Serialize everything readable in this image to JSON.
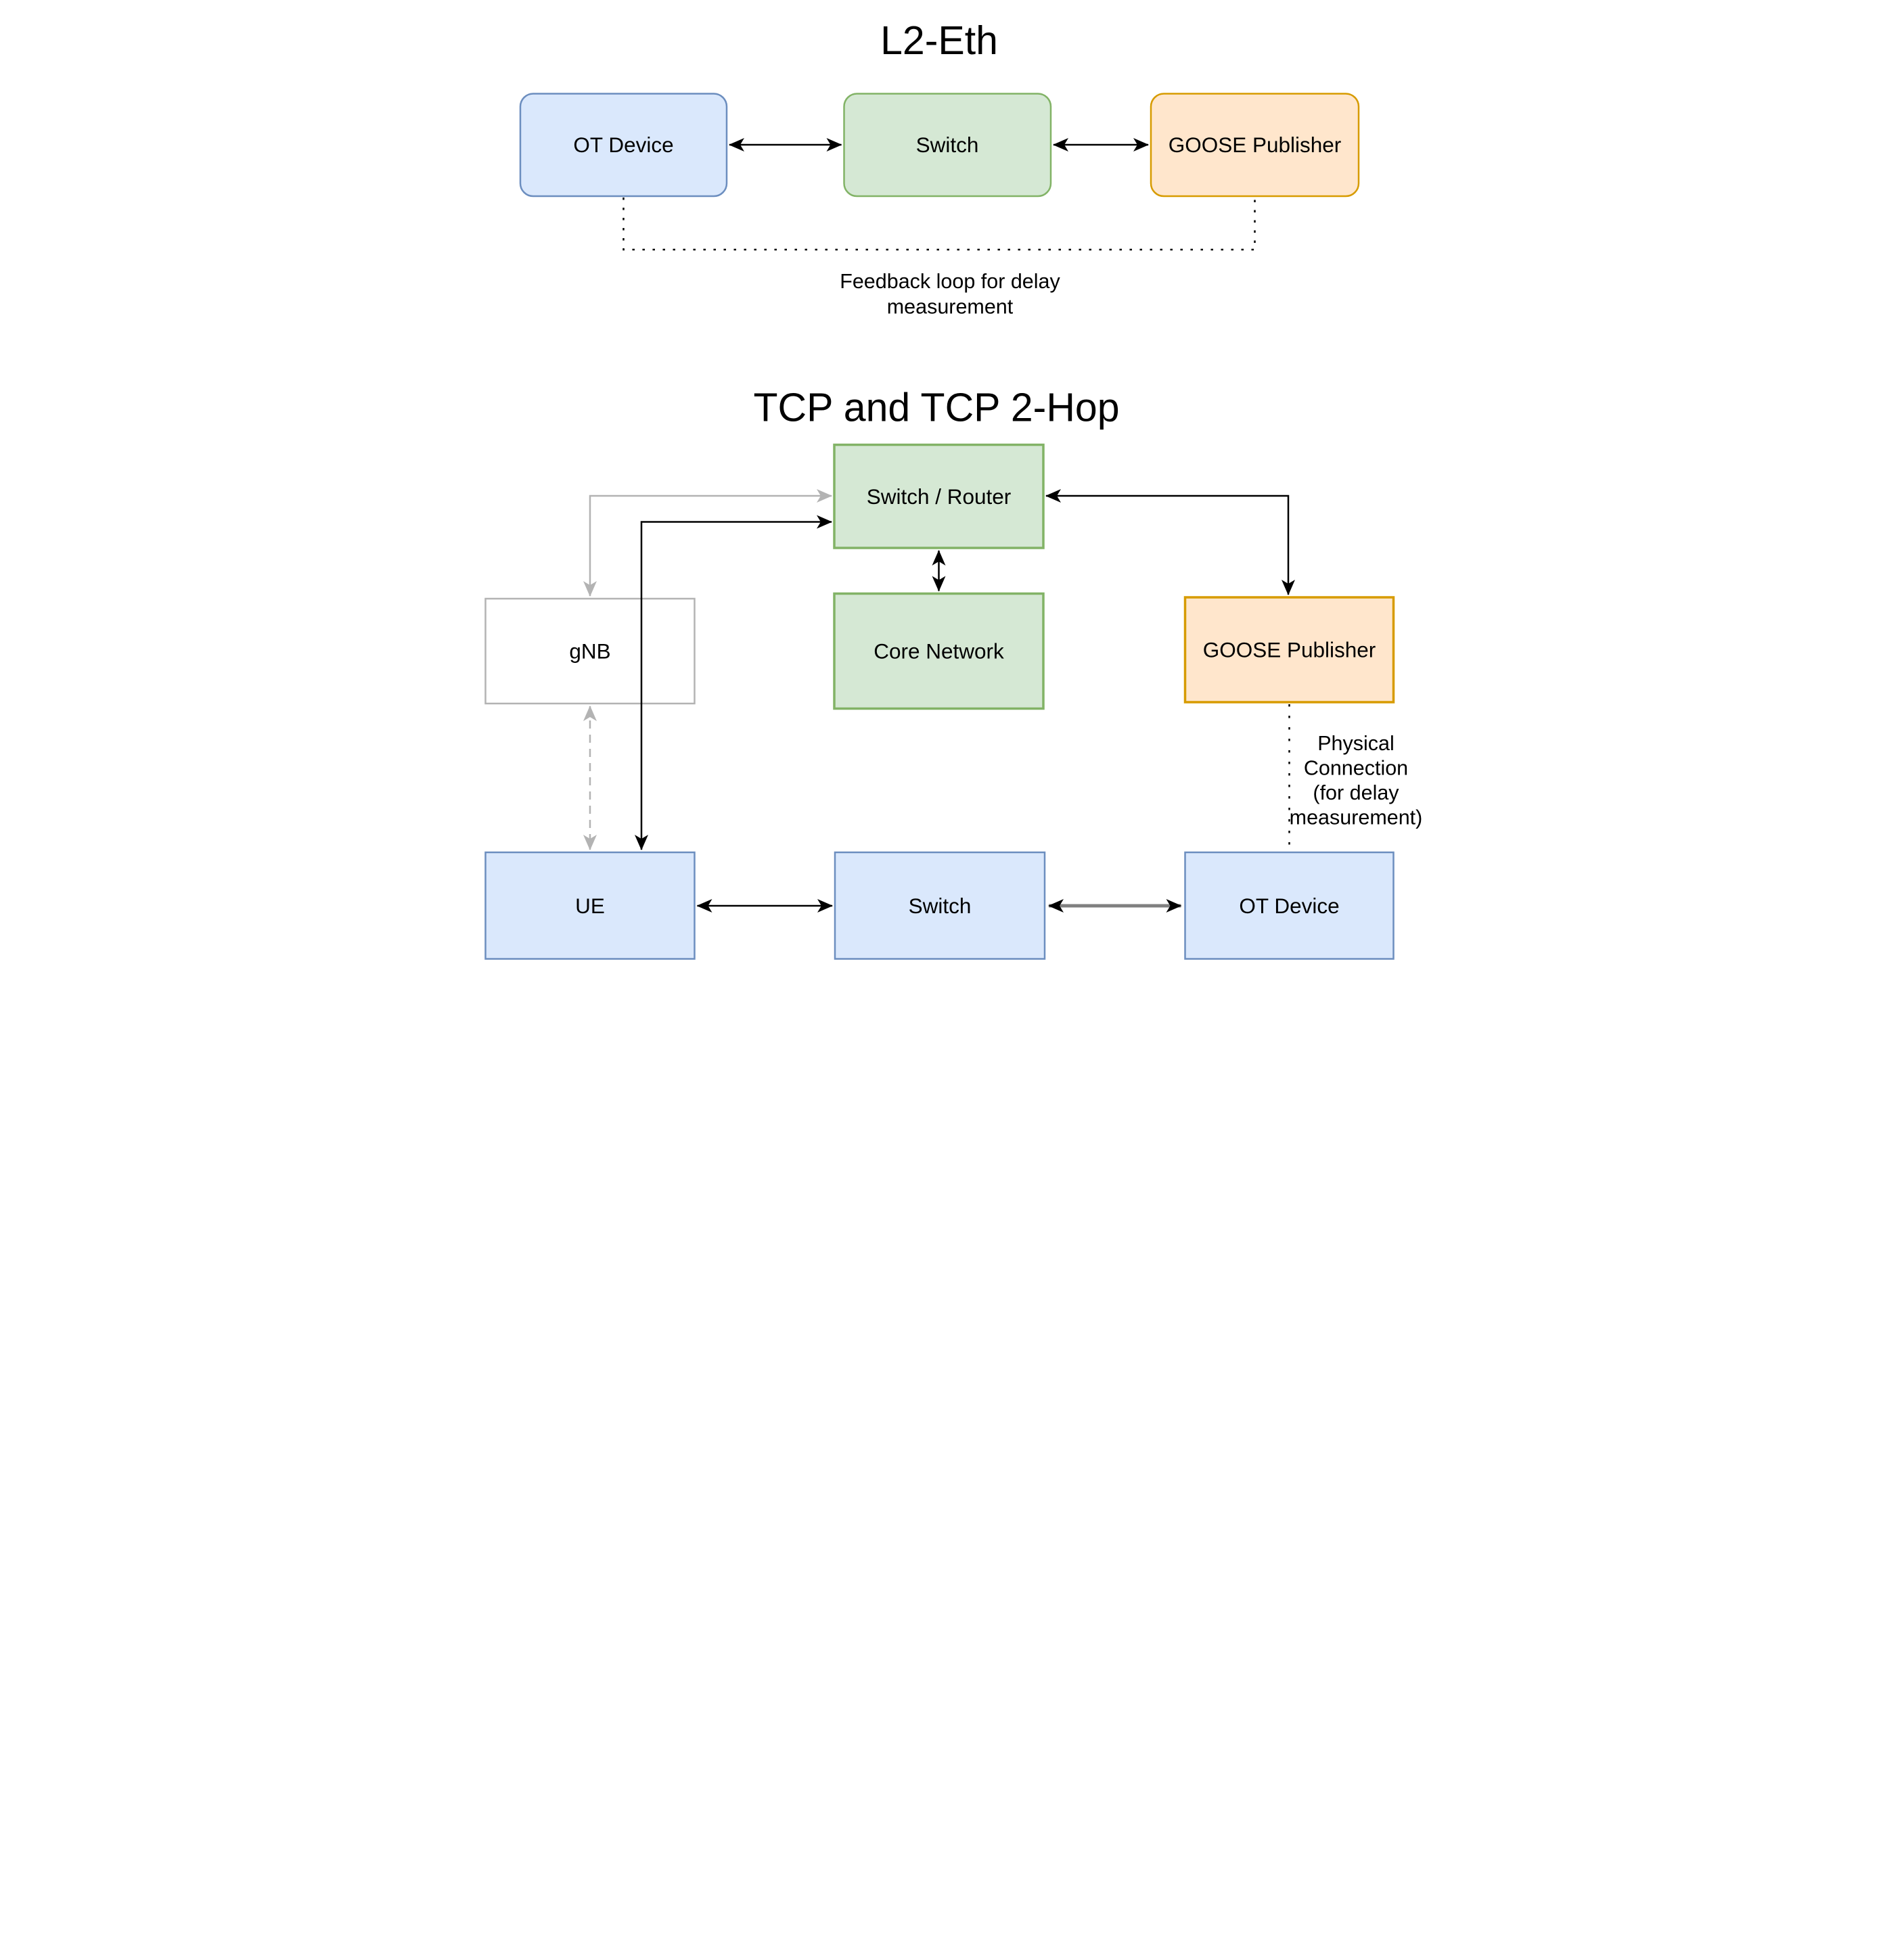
{
  "top_diagram": {
    "title": "L2-Eth",
    "nodes": {
      "ot_device": {
        "label": "OT Device"
      },
      "switch": {
        "label": "Switch"
      },
      "goose_publisher": {
        "label": "GOOSE Publisher"
      }
    },
    "feedback_annotation": {
      "line1": "Feedback loop for delay",
      "line2": "measurement"
    },
    "edges": [
      {
        "from": "ot_device",
        "to": "switch",
        "style": "solid",
        "arrows": "both",
        "color": "#000000"
      },
      {
        "from": "switch",
        "to": "goose_publisher",
        "style": "solid",
        "arrows": "both",
        "color": "#000000"
      },
      {
        "from": "ot_device",
        "to": "goose_publisher",
        "style": "dotted",
        "arrows": "none",
        "color": "#000000",
        "label": "Feedback loop for delay measurement"
      }
    ]
  },
  "bottom_diagram": {
    "title": "TCP and TCP 2-Hop",
    "nodes": {
      "switch_router": {
        "label": "Switch / Router"
      },
      "core_network": {
        "label": "Core Network"
      },
      "gnb": {
        "label": "gNB"
      },
      "goose_publisher": {
        "label": "GOOSE Publisher"
      },
      "ue": {
        "label": "UE"
      },
      "switch": {
        "label": "Switch"
      },
      "ot_device": {
        "label": "OT Device"
      }
    },
    "physical_annotation": {
      "line1": "Physical",
      "line2": "Connection",
      "line3": "(for delay",
      "line4": "measurement)"
    },
    "edges": [
      {
        "from": "gnb",
        "to": "switch_router",
        "style": "solid",
        "arrows": "both",
        "color": "#b3b3b3"
      },
      {
        "from": "ue",
        "to": "switch_router",
        "style": "solid",
        "arrows": "both",
        "color": "#000000"
      },
      {
        "from": "switch_router",
        "to": "goose_publisher",
        "style": "solid",
        "arrows": "both",
        "color": "#000000"
      },
      {
        "from": "switch_router",
        "to": "core_network",
        "style": "solid",
        "arrows": "both",
        "color": "#000000"
      },
      {
        "from": "gnb",
        "to": "ue",
        "style": "dashed",
        "arrows": "both",
        "color": "#b3b3b3"
      },
      {
        "from": "goose_publisher",
        "to": "ot_device",
        "style": "dotted",
        "arrows": "none",
        "color": "#000000",
        "label": "Physical Connection (for delay measurement)"
      },
      {
        "from": "ue",
        "to": "switch",
        "style": "solid",
        "arrows": "both",
        "color": "#000000"
      },
      {
        "from": "switch",
        "to": "ot_device",
        "style": "solid-thick",
        "arrows": "both",
        "color": "#808080"
      }
    ]
  },
  "colors": {
    "background": "#ffffff",
    "text": "#000000",
    "blue_fill": "#dae8fc",
    "blue_stroke": "#6c8ebf",
    "green_fill": "#d5e8d4",
    "green_stroke": "#82b366",
    "orange_fill": "#ffe6cc",
    "orange_stroke": "#d79b00",
    "gray_node_stroke": "#b3b3b3",
    "gray_text": "#b3b3b3",
    "edge_black": "#000000",
    "edge_gray": "#b3b3b3",
    "edge_gray_thick": "#808080"
  }
}
